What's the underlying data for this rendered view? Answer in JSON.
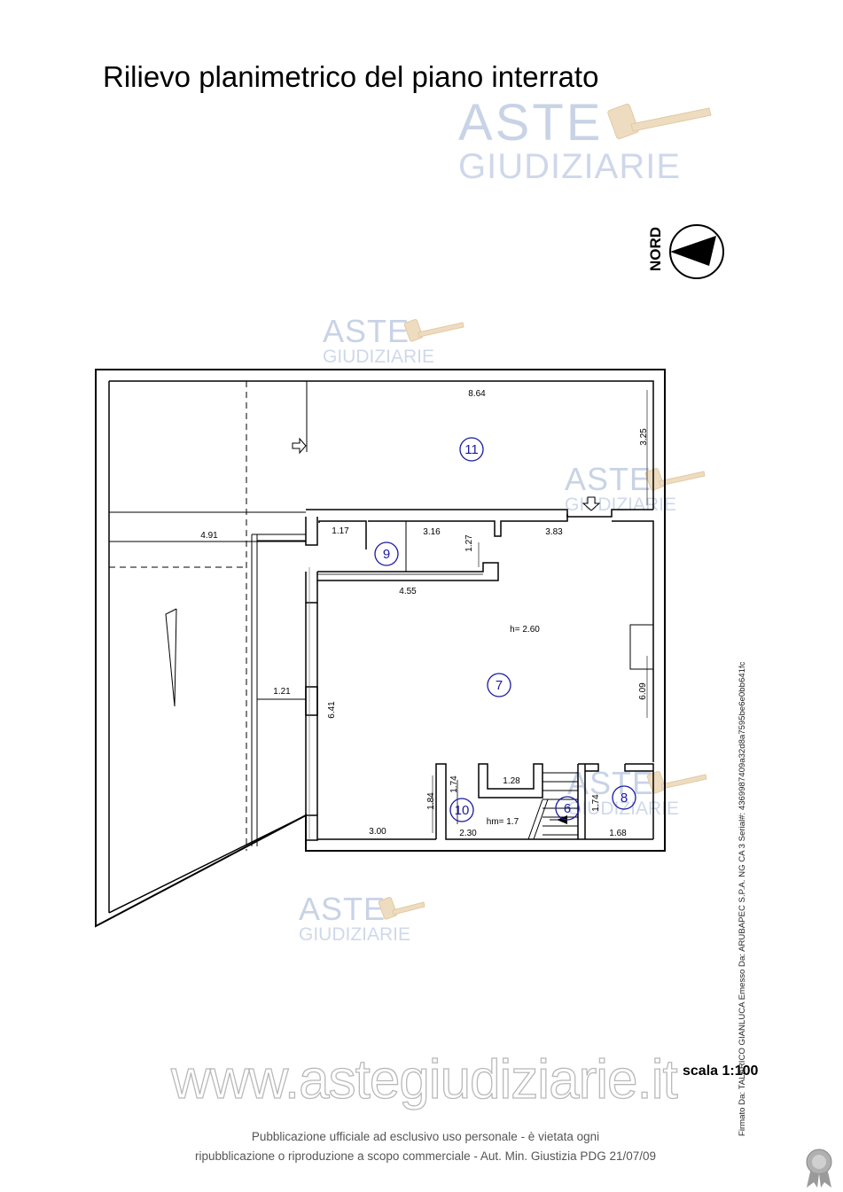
{
  "title": "Rilievo planimetrico del piano interrato",
  "watermark": {
    "line1": "ASTE",
    "line2": "GIUDIZIARIE"
  },
  "north_label": "NORD",
  "rooms": [
    {
      "number": "11"
    },
    {
      "number": "9"
    },
    {
      "number": "7"
    },
    {
      "number": "10"
    },
    {
      "number": "6"
    },
    {
      "number": "8"
    }
  ],
  "dimensions": {
    "d_864": "8.64",
    "d_325": "3.25",
    "d_491": "4.91",
    "d_117": "1.17",
    "d_316": "3.16",
    "d_127": "1.27",
    "d_383": "3.83",
    "d_455": "4.55",
    "d_h260": "h= 2.60",
    "d_121": "1.21",
    "d_641": "6.41",
    "d_609": "6.09",
    "d_184": "1.84",
    "d_174a": "1.74",
    "d_128": "1.28",
    "d_hm17": "hm= 1.7",
    "d_230": "2.30",
    "d_174b": "1.74",
    "d_168": "1.68",
    "d_300": "3.00"
  },
  "site_url": "www.astegiudiziarie.it",
  "scale": "scala 1:100",
  "footer": {
    "line1": "Pubblicazione ufficiale ad esclusivo uso personale - è vietata ogni",
    "line2": "ripubblicazione o riproduzione a scopo commerciale - Aut. Min. Giustizia PDG 21/07/09"
  },
  "signature": "Firmato Da: TALARICO GIANLUCA Emesso Da: ARUBAPEC S.P.A. NG CA 3 Serial#: 4369987409a32d8a7595be6e0bb641fc"
}
